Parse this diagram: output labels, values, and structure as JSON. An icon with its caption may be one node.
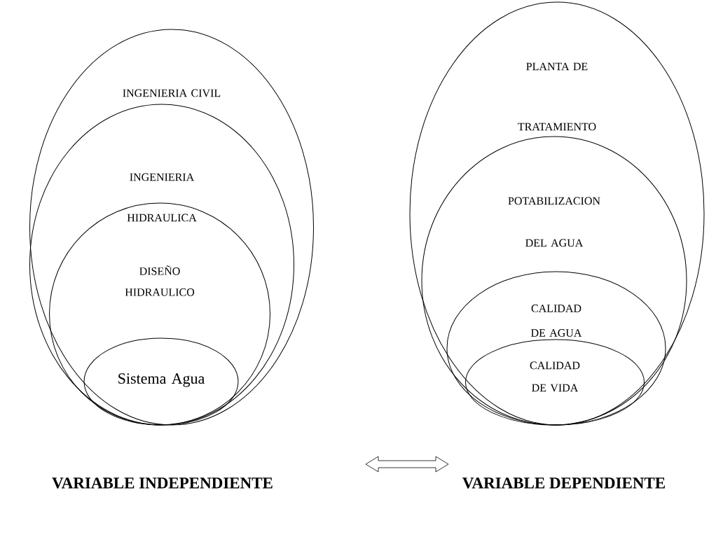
{
  "diagram": {
    "nodes": [
      {
        "text": [
          "INGENIERIA CIVIL"
        ]
      },
      {
        "text": [
          "INGENIERIA HIDRAULICA"
        ],
        "in": 0
      },
      {
        "text": [
          "DISEÑO HIDRAULICO"
        ],
        "in": 1
      },
      {
        "text": [
          "Sistema Agua"
        ],
        "in": 2
      },
      {
        "text": [
          "PLANTA DE TRATAMIENTO"
        ]
      },
      {
        "text": [
          "POTABILIZACION DEL AGUA"
        ],
        "in": 4
      },
      {
        "text": [
          "CALIDAD DE AGUA"
        ],
        "in": 5
      },
      {
        "text": [
          "CALIDAD DE VIDA"
        ],
        "in": 6
      }
    ],
    "edges": [],
    "labels": [
      "VARIABLE INDEPENDIENTE",
      "VARIABLE DEPENDIENTE"
    ]
  }
}
